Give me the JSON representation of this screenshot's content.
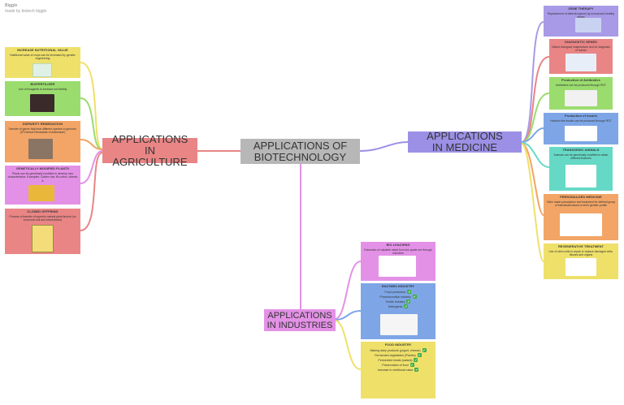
{
  "header": {
    "title": "Biggle",
    "subtitle": "made by biotech biggle"
  },
  "central": {
    "label": "APPLICATIONS OF BIOTECHNOLOGY",
    "color": "#b7b7b7"
  },
  "branches": {
    "agriculture": {
      "label": "APPLICATIONS IN AGRICULTURE",
      "color": "#e98585"
    },
    "medicine": {
      "label": "APPLICATIONS IN MEDICINE",
      "color": "#9b90e6"
    },
    "industries": {
      "label": "APPLICATIONS IN INDUSTRIES",
      "color": "#e391e6"
    }
  },
  "agriculture_cards": [
    {
      "title": "INCREASE NUTRITIONAL VALUE",
      "body": "Nutritional value of crops can be increased by genetic engineering",
      "color": "#efe06a"
    },
    {
      "title": "BIOFERTILIZER",
      "body": "Use of bioagents to increase soil fertility",
      "color": "#9bdc6f"
    },
    {
      "title": "DISPARITY REMEDIATION",
      "body": "Transfer of genes that bear different species to genome. (STCelesel Remediate In Anthesium)",
      "color": "#f2a566"
    },
    {
      "title": "GENETICALLY MODIFIED PLANTS",
      "body": "Plants can be genetically modified to develop new characteristics. Examples: Golden rice, Bt-cotton, vitamin A",
      "color": "#e391e6"
    },
    {
      "title": "CLONED OFFPRING",
      "body": "Process of transfer of superior natural plant factors (no economic risk and biomedicine)",
      "color": "#e98585"
    }
  ],
  "medicine_cards": [
    {
      "title": "GENE THERAPY",
      "body": "Replacement of defected genes by normal and healthy genes",
      "color": "#a89ae6"
    },
    {
      "title": "DIAGNOSTIC GENES",
      "body": "Detect biological malpractices and for diagnosis of human",
      "color": "#e98585"
    },
    {
      "title": "Production of Antibiotics",
      "body": "Antibiotics can be produced through RDT",
      "color": "#9bdc6f"
    },
    {
      "title": "Production of Insulin",
      "body": "Humulin like insulin can be produced through RDT",
      "color": "#7ea6e6"
    },
    {
      "title": "TRANSGENIC ANIMALS",
      "body": "Animals can be genetically modified to attain different features",
      "color": "#66d9c6"
    },
    {
      "title": "PERSONALIZED MEDICINE",
      "body": "Tailor made prescription and treatment for defined group of individuals based on their genetic profile",
      "color": "#f2a566"
    },
    {
      "title": "REGENERATIVE TREATMENT",
      "body": "Use of stem cells to repair or replace damaged cells, tissues and organs",
      "color": "#efe06a"
    }
  ],
  "industry_cards": [
    {
      "title": "BIO LEACHING",
      "body": "Extraction of valuable metal from low grade ore through microbes",
      "color": "#e391e6"
    },
    {
      "title": "ENZYMES INDUSTRY",
      "items": [
        "Food production",
        "Pharmaceutical industry",
        "Textile industry",
        "Detergents"
      ],
      "color": "#7ea6e6"
    },
    {
      "title": "FOOD INDUSTRY",
      "items": [
        "Making dairy products (yogurt, cheese)",
        "Fermented vegetables (Pickles)",
        "Fermented meats (salami)",
        "Preservation of food",
        "Increase in nutritional value"
      ],
      "color": "#efe06a"
    }
  ],
  "icons": {
    "check": "checkmark-icon"
  }
}
